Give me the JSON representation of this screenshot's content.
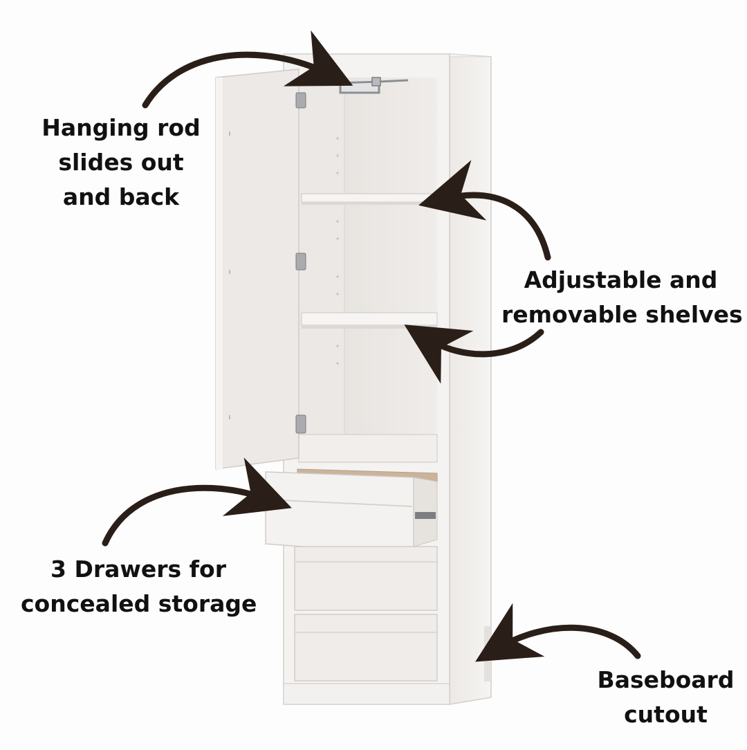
{
  "callouts": {
    "hanging_rod": {
      "line1": "Hanging rod",
      "line2": "slides out",
      "line3": "and back"
    },
    "shelves": {
      "line1": "Adjustable and",
      "line2": "removable shelves"
    },
    "drawers": {
      "line1": "3 Drawers for",
      "line2": "concealed storage"
    },
    "baseboard": {
      "line1": "Baseboard",
      "line2": "cutout"
    }
  },
  "colors": {
    "background": "#fdfdfd",
    "cabinet_white": "#f3f1ef",
    "cabinet_shadow": "#dedbd8",
    "drawer_interior": "#cbb49a",
    "arrow": "#2a1f18",
    "text": "#111111"
  },
  "icons": [
    "curved-arrow-icon",
    "hanging-rod-icon",
    "hinge-icon",
    "drawer-slide-icon"
  ]
}
